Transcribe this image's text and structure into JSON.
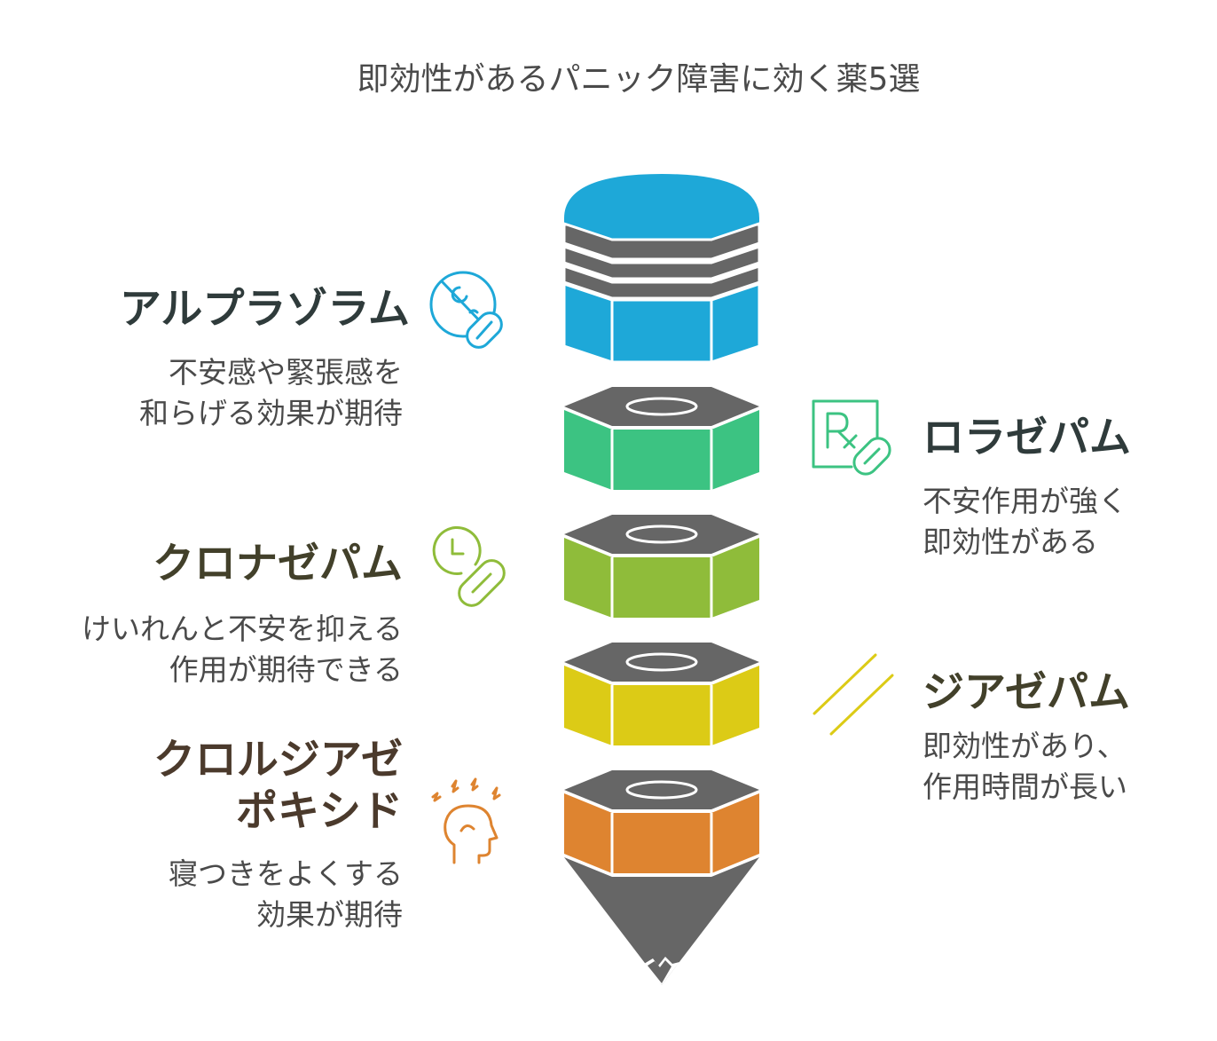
{
  "title": "即効性があるパニック障害に効く薬5選",
  "colors": {
    "gray": "#666666",
    "blue": "#1ea8d8",
    "green": "#3cc382",
    "lime": "#8fbc3a",
    "yellow": "#dccb16",
    "orange": "#de8430",
    "text_dark": "#2f3b3b",
    "text_olive": "#42402a",
    "text_brown": "#4b3a2c"
  },
  "items": [
    {
      "name": "アルプラゾラム",
      "desc": [
        "不安感や緊張感を",
        "和らげる効果が期待"
      ],
      "icon": "pill-prohibited-icon",
      "color": "#1ea8d8"
    },
    {
      "name": "ロラゼパム",
      "desc": [
        "不安作用が強く",
        "即効性がある"
      ],
      "icon": "prescription-pill-icon",
      "color": "#3cc382"
    },
    {
      "name": "クロナゼパム",
      "desc": [
        "けいれんと不安を抑える",
        "作用が期待できる"
      ],
      "icon": "clock-pill-icon",
      "color": "#8fbc3a"
    },
    {
      "name": "ジアゼパム",
      "desc": [
        "即効性があり、",
        "作用時間が長い"
      ],
      "icon": "long-lasting-lines-icon",
      "color": "#dccb16"
    },
    {
      "name": [
        "クロルジアゼ",
        "ポキシド"
      ],
      "desc": [
        "寝つきをよくする",
        "効果が期待"
      ],
      "icon": "head-stress-icon",
      "color": "#de8430"
    }
  ]
}
